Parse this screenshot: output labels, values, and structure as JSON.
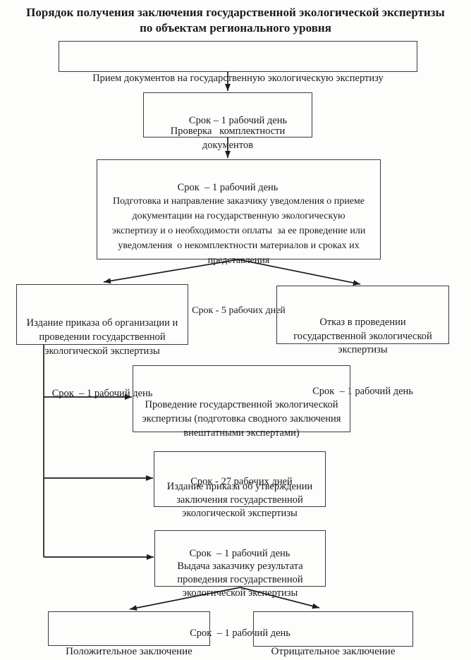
{
  "title": "Порядок получения заключения государственной экологической экспертизы\nпо объектам регионального уровня",
  "boxes": {
    "receive": {
      "body": "Прием документов на государственную экологическую экспертизу",
      "term": "Срок – 1 рабочий день"
    },
    "check": {
      "body": "Проверка   комплектности\nдокументов",
      "term": "Срок  – 1 рабочий день"
    },
    "notify": {
      "body": "Подготовка и направление заказчику уведомления о приеме\nдокументации на государственную экологическую\nэкспертизу и о необходимости оплаты  за ее проведение или\nуведомления  о некомплектности материалов и сроках их\nпредставления",
      "term": "Срок - 5 рабочих дней"
    },
    "order_org": {
      "body": "Издание приказа об организации и\nпроведении государственной\nэкологической экспертизы",
      "term": "Срок  – 1 рабочий день"
    },
    "refusal": {
      "body": "Отказ в проведении\nгосударственной экологической\nэкспертизы",
      "term": "Срок  – 1 рабочий день"
    },
    "conduct": {
      "body": "Проведение государственной экологической\nэкспертизы (подготовка сводного заключения\nвнештатными экспертами)",
      "term": "Срок - 27 рабочих дней"
    },
    "order_approve": {
      "body": "Издание приказа об утверждении\nзаключения государственной\nэкологической экспертизы",
      "term": "Срок  – 1 рабочий день"
    },
    "issue": {
      "body": "Выдача заказчику результата\nпроведения государственной\nэкологической экспертизы",
      "term": "Срок  – 1 рабочий день"
    },
    "positive": {
      "body": "Положительное заключение"
    },
    "negative": {
      "body": "Отрицательное заключение"
    }
  },
  "colors": {
    "background": "#fdfdfc",
    "border": "#3b3b3b",
    "connector": "#1e1e1e",
    "text": "#1b1b1b"
  }
}
